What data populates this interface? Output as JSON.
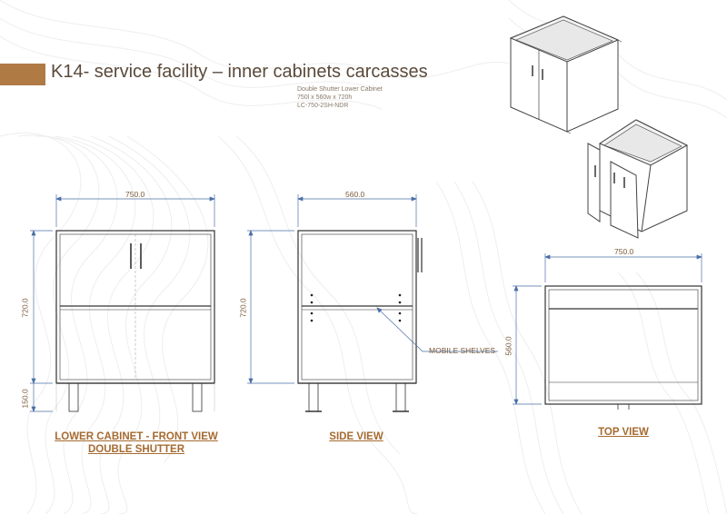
{
  "header": {
    "title": "K14- service facility – inner cabinets carcasses",
    "subtitle_lines": [
      "Double Shutter Lower Cabinet",
      "750l x 560w x 720h",
      "LC-750-2SH-NDR"
    ]
  },
  "dimensions": {
    "front_width": "750.0",
    "front_height": "720.0",
    "front_plinth": "150.0",
    "side_depth": "560.0",
    "side_height": "720.0",
    "top_width": "750.0",
    "top_depth": "560.0"
  },
  "labels": {
    "mobile_shelves": "MOBILE SHELVES",
    "front_view_line1": "LOWER CABINET - FRONT VIEW",
    "front_view_line2": "DOUBLE SHUTTER",
    "side_view": "SIDE VIEW",
    "top_view": "TOP VIEW"
  },
  "colors": {
    "accent": "#b07a45",
    "caption": "#a66a30",
    "line": "#333333",
    "dimension": "#4a6fa5"
  }
}
